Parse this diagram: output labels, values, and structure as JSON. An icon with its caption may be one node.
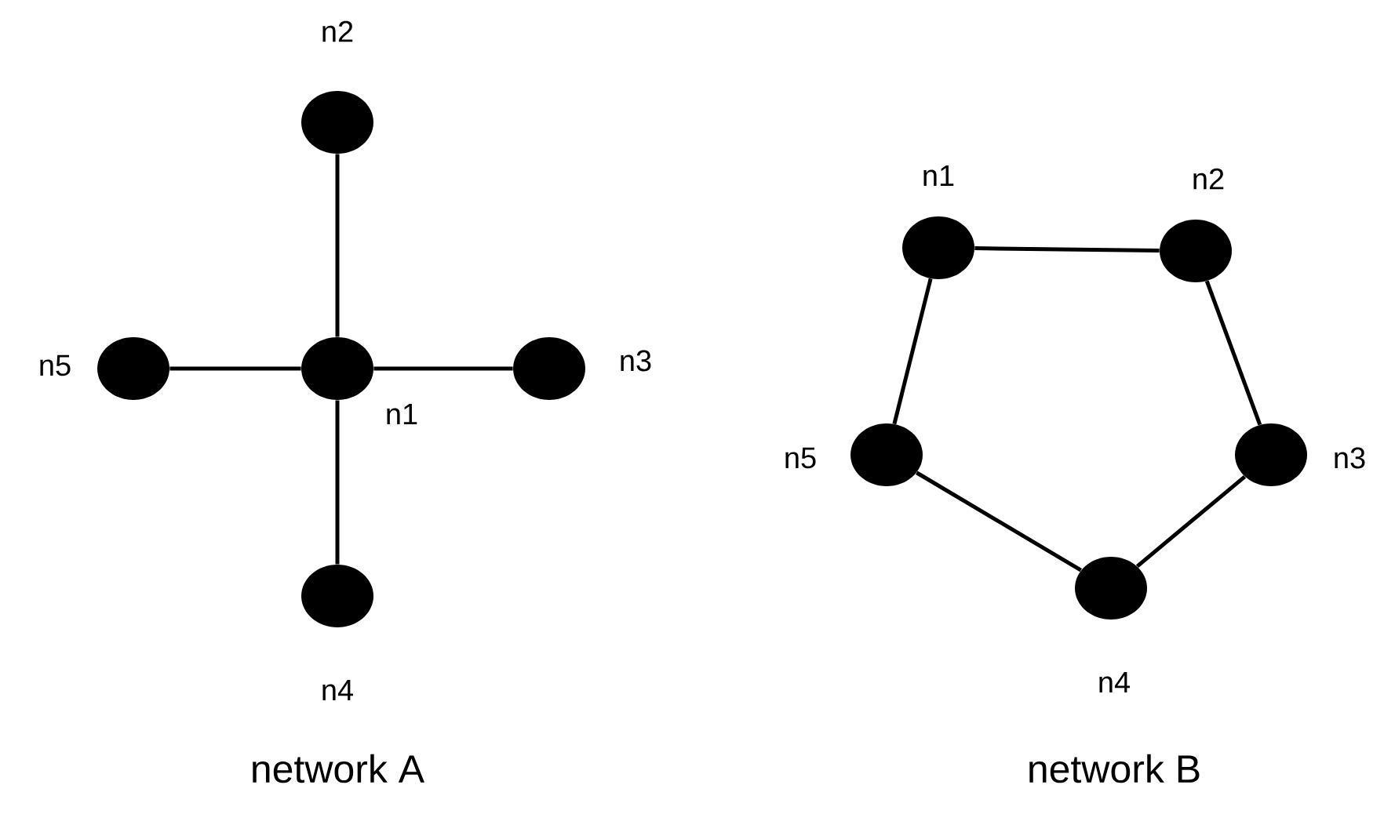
{
  "diagram": {
    "nodes": [
      {
        "text": [],
        "shape": "circle",
        "beside": [
          "n2"
        ]
      },
      {
        "text": [],
        "shape": "circle",
        "beside": [
          "n5"
        ]
      },
      {
        "text": [],
        "shape": "circle",
        "beside": [
          "n1"
        ]
      },
      {
        "text": [],
        "shape": "circle",
        "beside": [
          "n3"
        ]
      },
      {
        "text": [],
        "shape": "circle",
        "beside": [
          "n4"
        ]
      },
      {
        "text": [],
        "shape": "circle",
        "beside": [
          "n1"
        ]
      },
      {
        "text": [],
        "shape": "circle",
        "beside": [
          "n2"
        ]
      },
      {
        "text": [],
        "shape": "circle",
        "beside": [
          "n5"
        ]
      },
      {
        "text": [],
        "shape": "circle",
        "beside": [
          "n3"
        ]
      },
      {
        "text": [],
        "shape": "circle",
        "beside": [
          "n4"
        ]
      }
    ],
    "edges": [
      {
        "from": 2,
        "to": 0,
        "arrow": "none"
      },
      {
        "from": 2,
        "to": 3,
        "arrow": "none"
      },
      {
        "from": 2,
        "to": 4,
        "arrow": "none"
      },
      {
        "from": 2,
        "to": 1,
        "arrow": "none"
      },
      {
        "from": 5,
        "to": 6,
        "arrow": "none"
      },
      {
        "from": 6,
        "to": 8,
        "arrow": "none"
      },
      {
        "from": 8,
        "to": 9,
        "arrow": "none"
      },
      {
        "from": 9,
        "to": 7,
        "arrow": "none"
      },
      {
        "from": 7,
        "to": 5,
        "arrow": "none"
      }
    ],
    "labels": [
      "network A",
      "network B"
    ]
  }
}
